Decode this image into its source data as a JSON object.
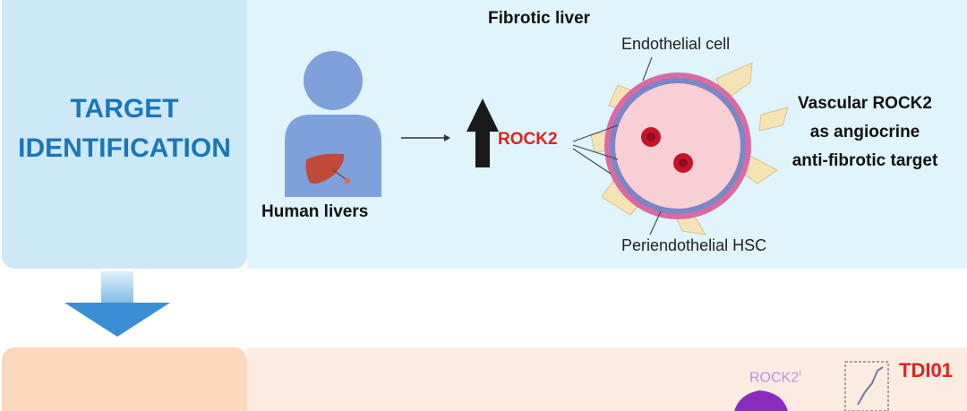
{
  "section_top": {
    "label": "TARGET IDENTIFICATION",
    "label_line1": "TARGET",
    "label_line2": "IDENTIFICATION"
  },
  "diagram": {
    "title": "Fibrotic liver",
    "human_label": "Human livers",
    "rock_label": "ROCK2",
    "endothelial_label": "Endothelial cell",
    "periendothelial_label": "Periendothelial HSC",
    "conclusion_line1": "Vascular ROCK2",
    "conclusion_line2": "as angiocrine",
    "conclusion_line3": "anti-fibrotic target"
  },
  "section_bottom": {
    "rock2_label": "ROCK2",
    "rock2_superscript": "I",
    "compound_label": "TDI01"
  },
  "colors": {
    "accent_blue": "#1a76ba",
    "highlight_red": "#e0211f",
    "panel_blue": "#dff4fb",
    "panel_orange": "#fcebe0",
    "person_blue": "#7ea1db",
    "liver_red": "#c14a3a"
  }
}
